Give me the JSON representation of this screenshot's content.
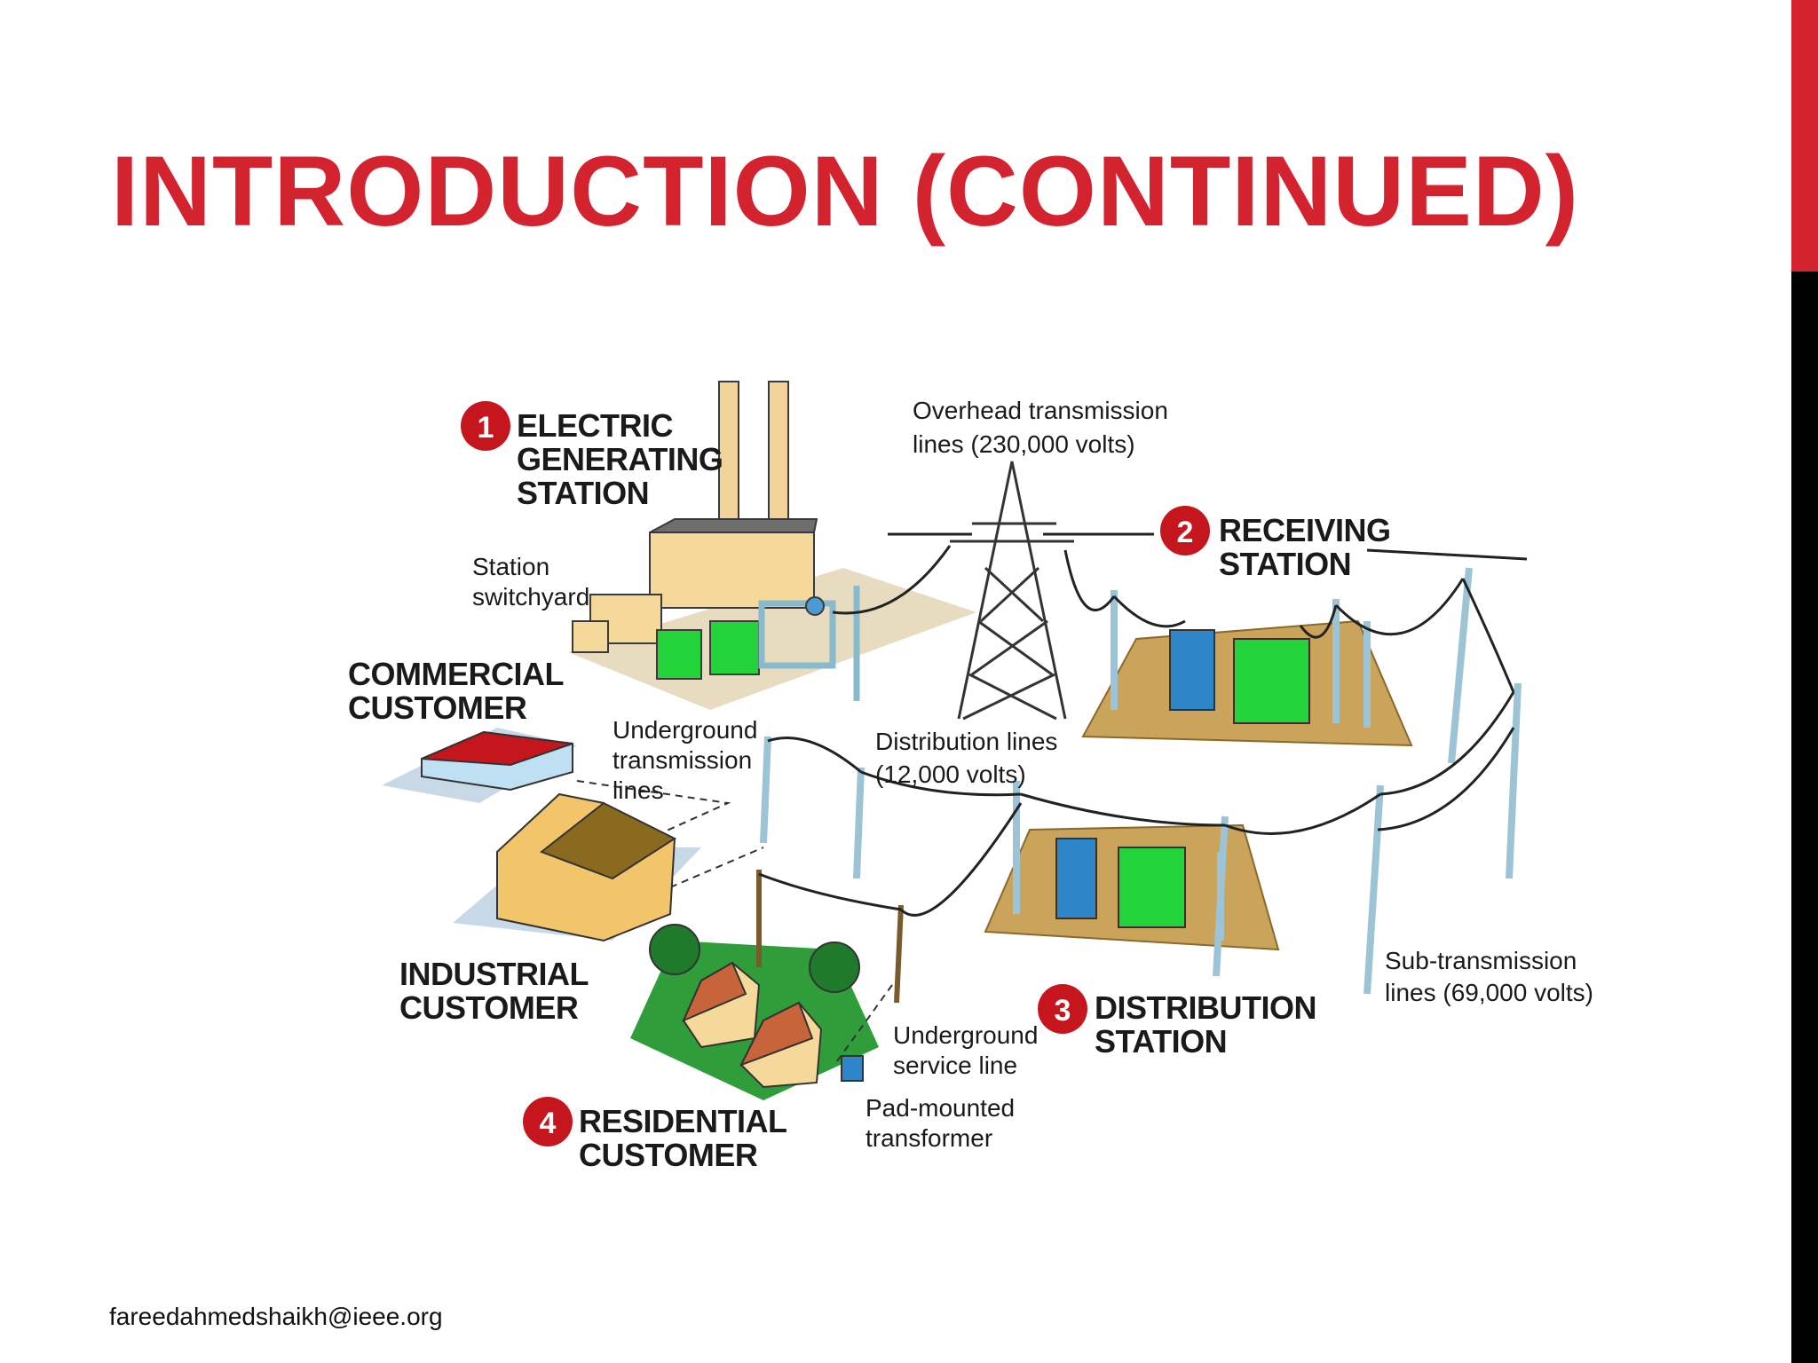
{
  "slide": {
    "title": "INTRODUCTION (CONTINUED)",
    "footer": "fareedahmedshaikh@ieee.org",
    "colors": {
      "accent": "#d3232f",
      "side_bar": "#000000"
    }
  },
  "diagram": {
    "stages": [
      {
        "number": "1",
        "line1": "ELECTRIC",
        "line2": "GENERATING",
        "line3": "STATION"
      },
      {
        "number": "2",
        "line1": "RECEIVING",
        "line2": "STATION"
      },
      {
        "number": "3",
        "line1": "DISTRIBUTION",
        "line2": "STATION"
      },
      {
        "number": "4",
        "line1": "RESIDENTIAL",
        "line2": "CUSTOMER"
      }
    ],
    "customers": {
      "commercial": {
        "line1": "COMMERCIAL",
        "line2": "CUSTOMER"
      },
      "industrial": {
        "line1": "INDUSTRIAL",
        "line2": "CUSTOMER"
      }
    },
    "labels": {
      "overhead": {
        "line1": "Overhead transmission",
        "line2": "lines (230,000 volts)"
      },
      "switchyard": {
        "line1": "Station",
        "line2": "switchyard"
      },
      "underground_transmission": {
        "line1": "Underground",
        "line2": "transmission",
        "line3": "lines"
      },
      "distribution_lines": {
        "line1": "Distribution lines",
        "line2": "(12,000 volts)"
      },
      "sub_transmission": {
        "line1": "Sub-transmission",
        "line2": "lines (69,000 volts)"
      },
      "underground_service": {
        "line1": "Underground",
        "line2": "service line"
      },
      "pad_mounted": {
        "line1": "Pad-mounted",
        "line2": "transformer"
      }
    }
  }
}
